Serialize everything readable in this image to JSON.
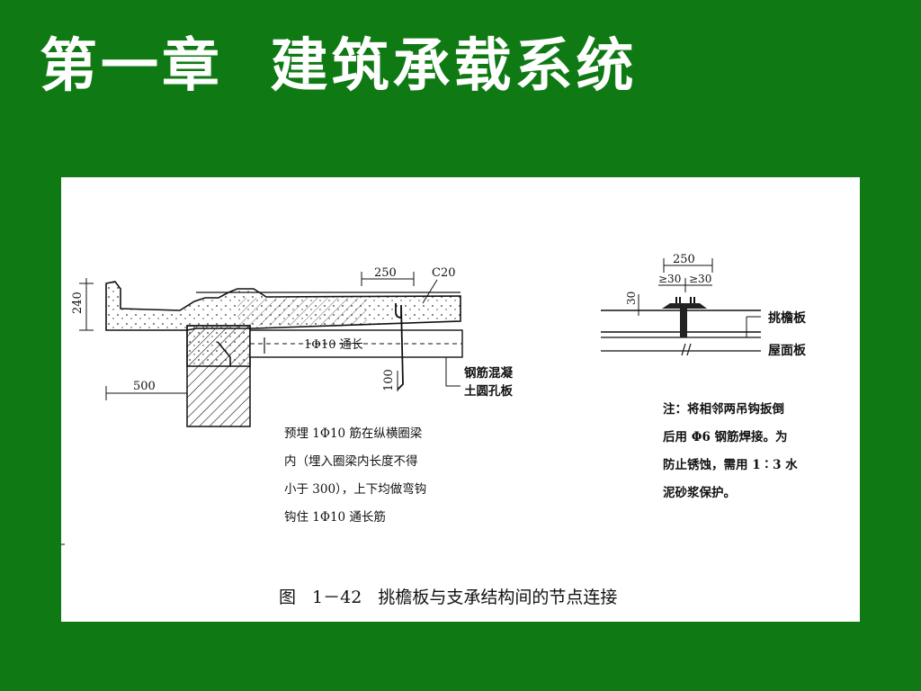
{
  "slide": {
    "title": "第一章  建筑承载系统"
  },
  "figure": {
    "labels": {
      "dim_250_left": "250",
      "c20": "C20",
      "dim_240": "240",
      "rebar_through": "1Φ10 通长",
      "dim_100": "100",
      "dim_500": "500",
      "slab_label_line1": "钢筋混凝",
      "slab_label_line2": "土圆孔板",
      "dim_250_right": "250",
      "dim_30a": "≥30",
      "dim_30b": "≥30",
      "dim_30_vertical": "30",
      "eave_slab": "挑檐板",
      "roof_slab": "屋面板"
    },
    "note_left": [
      "预埋 1Φ10 筋在纵横圈梁",
      "内（埋入圈梁内长度不得",
      "小于 300），上下均做弯钩",
      "钩住 1Φ10 通长筋"
    ],
    "note_right": [
      "注：将相邻两吊钩扳倒",
      "后用 Φ6 钢筋焊接。为",
      "防止锈蚀，需用 1∶3 水",
      "泥砂浆保护。"
    ],
    "caption": "图 1－42  挑檐板与支承结构间的节点连接"
  }
}
